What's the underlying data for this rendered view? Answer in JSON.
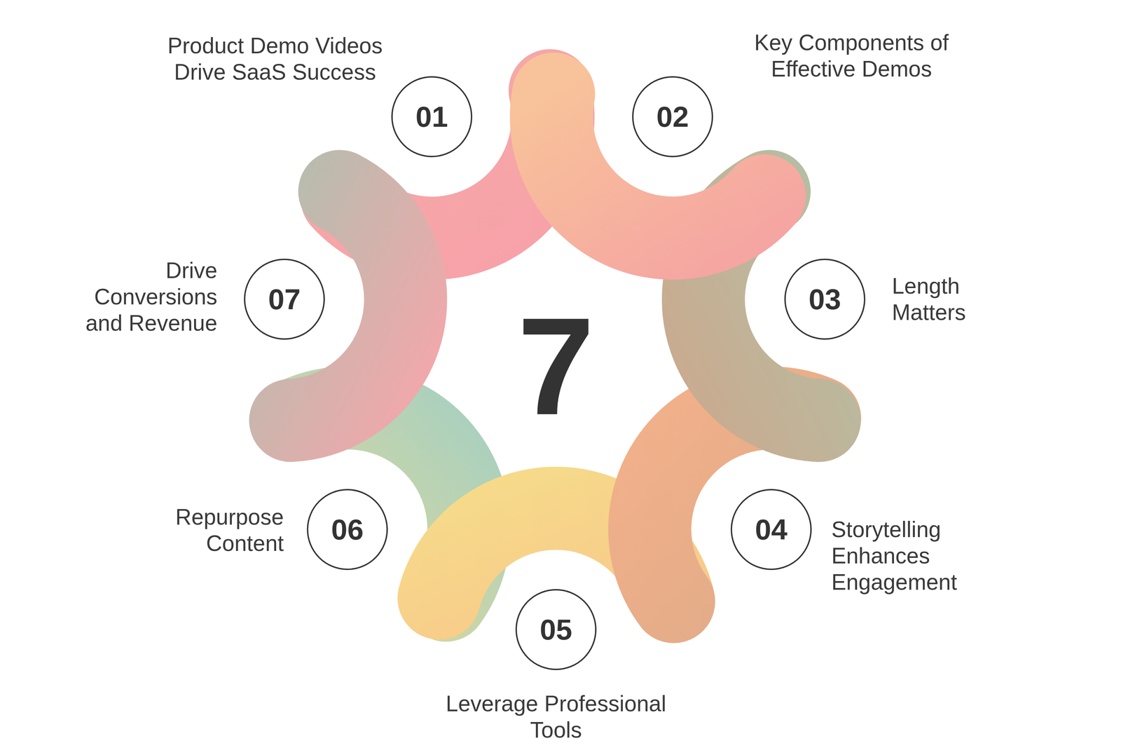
{
  "diagram": {
    "nodes": [
      {
        "text": [
          "Product Demo Videos Drive SaaS Success",
          "01"
        ]
      },
      {
        "text": [
          "Key Components of Effective Demos",
          "02"
        ]
      },
      {
        "text": [
          "Length Matters",
          "03"
        ]
      },
      {
        "text": [
          "Storytelling Enhances Engagement",
          "04"
        ]
      },
      {
        "text": [
          "Leverage Professional Tools",
          "05"
        ]
      },
      {
        "text": [
          "Repurpose Content",
          "06"
        ]
      },
      {
        "text": [
          "Drive Conversions and Revenue",
          "07"
        ]
      }
    ],
    "labels": [
      "7"
    ]
  }
}
